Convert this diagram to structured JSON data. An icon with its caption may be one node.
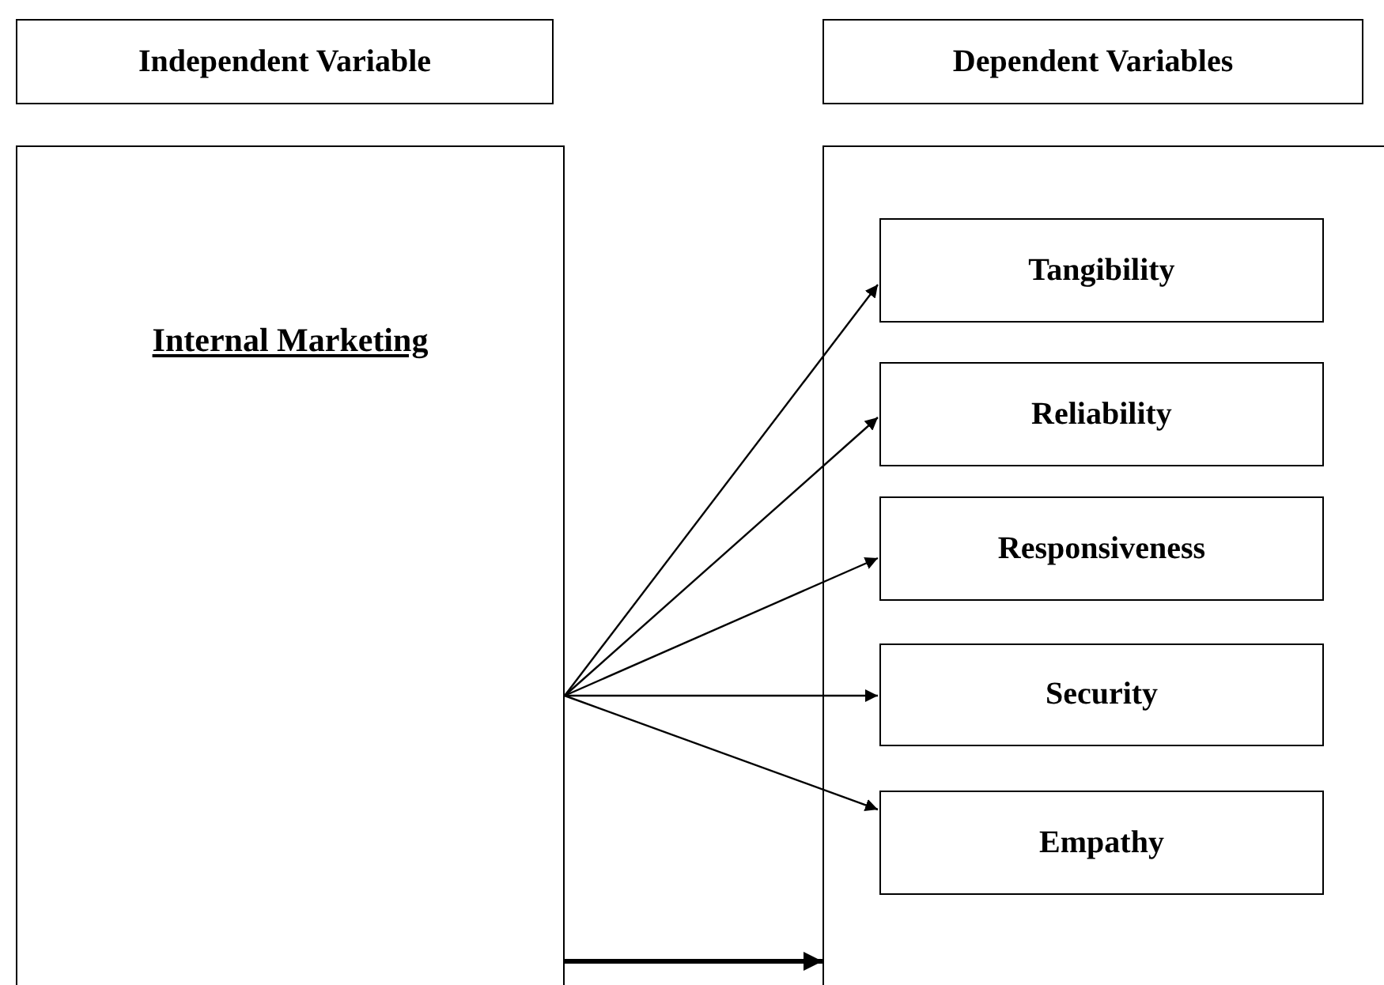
{
  "diagram": {
    "nodes": [
      {
        "text": [
          "Independent Variable"
        ]
      },
      {
        "text": [
          "Dependent Variables"
        ]
      },
      {
        "text": [
          "Internal Marketing"
        ]
      },
      {
        "text": [],
        "shape": "box"
      },
      {
        "text": [
          "Tangibility"
        ],
        "in": 3
      },
      {
        "text": [
          "Reliability"
        ],
        "in": 3
      },
      {
        "text": [
          "Responsiveness"
        ],
        "in": 3
      },
      {
        "text": [
          "Security"
        ],
        "in": 3
      },
      {
        "text": [
          "Empathy"
        ],
        "in": 3
      }
    ],
    "edges": [
      {
        "from": 2,
        "to": 4,
        "arrow": "to"
      },
      {
        "from": 2,
        "to": 5,
        "arrow": "to"
      },
      {
        "from": 2,
        "to": 6,
        "arrow": "to"
      },
      {
        "from": 2,
        "to": 7,
        "arrow": "to"
      },
      {
        "from": 2,
        "to": 8,
        "arrow": "to"
      },
      {
        "from": 2,
        "to": 3,
        "arrow": "to",
        "style": "thick"
      }
    ]
  }
}
